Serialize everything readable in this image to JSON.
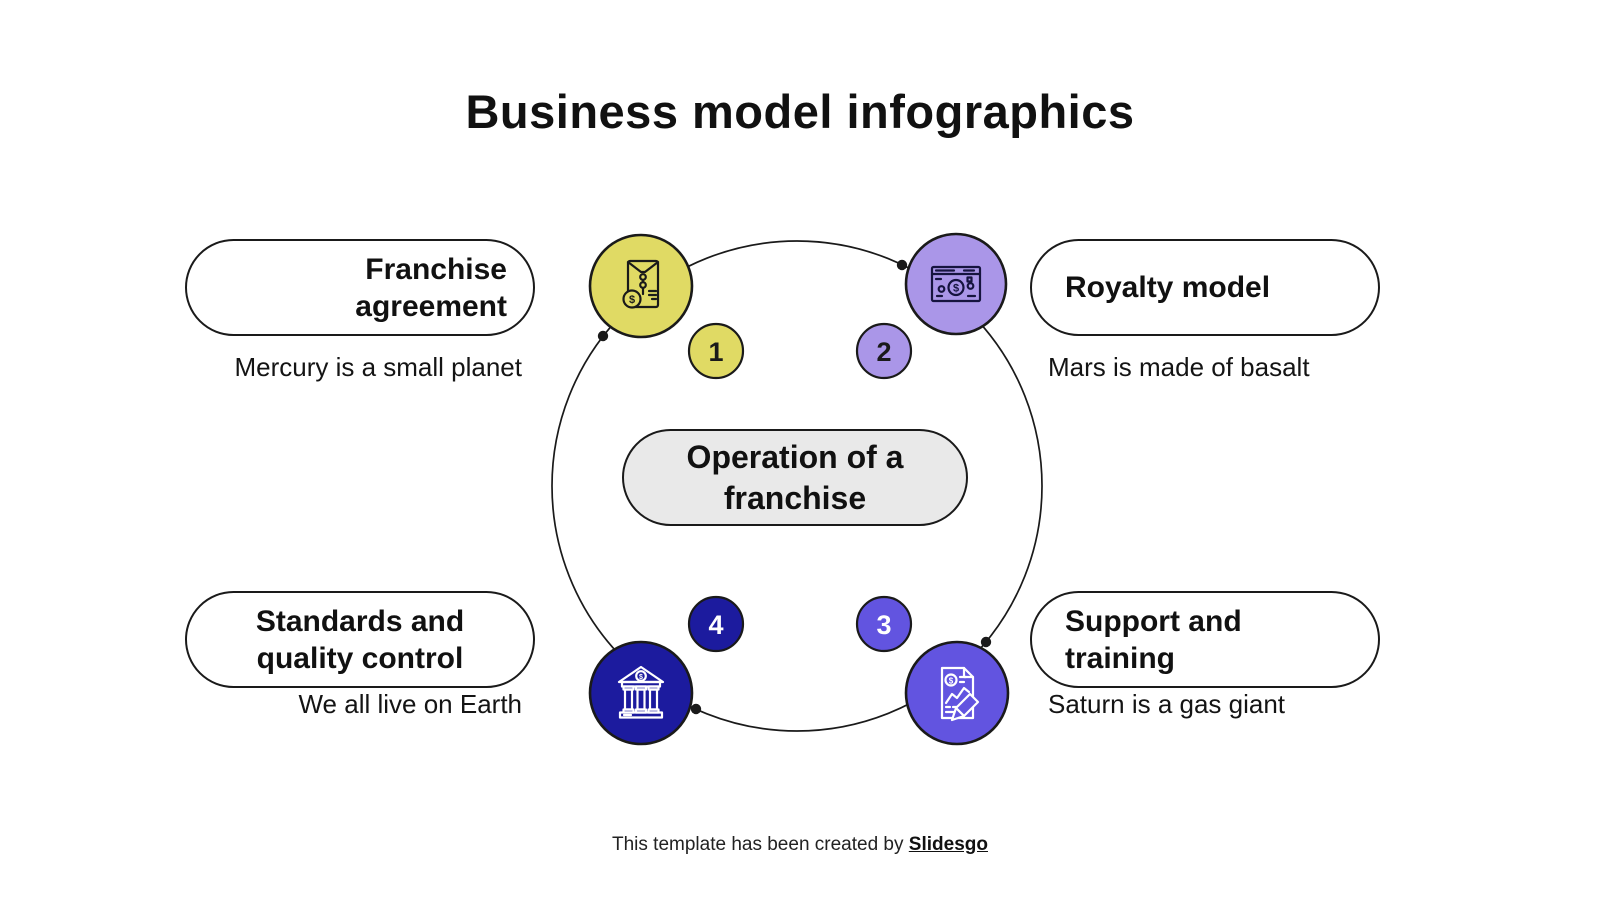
{
  "title": "Business model infographics",
  "center_label": "Operation of a\nfranchise",
  "currency_glyph": "$",
  "colors": {
    "background": "#ffffff",
    "stroke": "#1a1a1a",
    "center_pill_fill": "#e9e9e9",
    "label_pill_fill": "#ffffff"
  },
  "nodes": [
    {
      "number": "1",
      "title": "Franchise\nagreement",
      "description": "Mercury is a small planet",
      "color": "#e0da64",
      "icon_color": "#1a1a1a",
      "number_color": "#1a1a1a",
      "icon": "envelope-dollar-icon"
    },
    {
      "number": "2",
      "title": "Royalty model",
      "description": "Mars is made of basalt",
      "color": "#aa96e8",
      "icon_color": "#16143f",
      "number_color": "#1a1a1a",
      "icon": "banknote-icon"
    },
    {
      "number": "3",
      "title": "Support and\ntraining",
      "description": "Saturn is a gas giant",
      "color": "#6254e0",
      "icon_color": "#ffffff",
      "number_color": "#ffffff",
      "icon": "invoice-pencil-icon"
    },
    {
      "number": "4",
      "title": "Standards and\nquality control",
      "description": "We all live on Earth",
      "color": "#1c1b9e",
      "icon_color": "#ffffff",
      "number_color": "#ffffff",
      "icon": "bank-icon"
    }
  ],
  "footer": {
    "text": "This template has been created by ",
    "brand": "Slidesgo"
  }
}
